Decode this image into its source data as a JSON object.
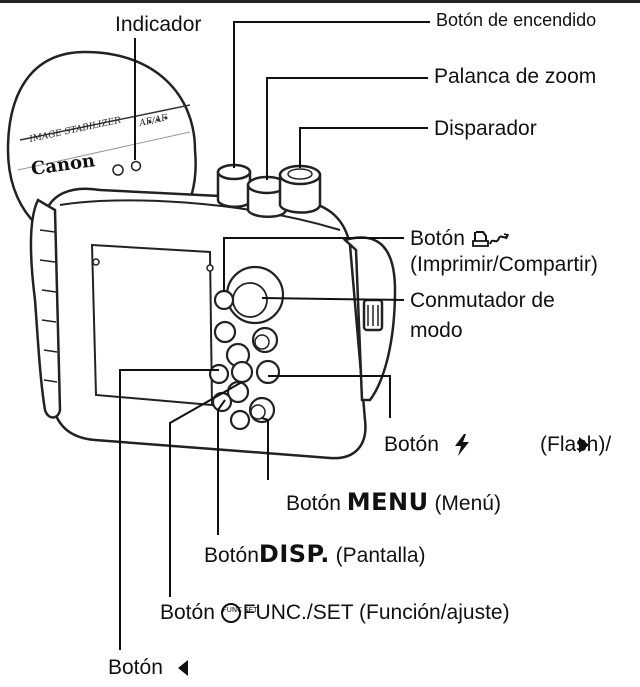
{
  "labels": {
    "indicador": "Indicador",
    "boton_encendido": "Botón de encendido",
    "palanca_zoom": "Palanca de zoom",
    "disparador": "Disparador",
    "boton_imprimir_prefix": "Botón",
    "imprimir_compartir": "(Imprimir/Compartir)",
    "conmutador_line1": "Conmutador de",
    "conmutador_line2": "modo",
    "boton_flash_prefix": "Botón",
    "flash_text": "(Flash)/",
    "boton_menu_prefix": "Botón",
    "menu_big": "MENU",
    "menu_text": "(Menú)",
    "boton_disp_prefix": "Botón",
    "disp_big": "DISP.",
    "disp_text": "(Pantalla)",
    "boton_func_prefix": "Botón",
    "func_icon_text": "FUNC SET",
    "func_text": "FUNC./SET (Función/ajuste)",
    "boton_left_prefix": "Botón"
  },
  "camera_text": {
    "image_stabilizer": "IMAGE STABILIZER",
    "af_af": "AF/AF",
    "brand": "Canon"
  },
  "icons": {
    "print_share": "print-share-icon",
    "flash": "flash-bolt-icon",
    "right_arrow": "right-arrow-icon",
    "func_set": "func-set-icon",
    "left_arrow": "left-arrow-icon"
  }
}
